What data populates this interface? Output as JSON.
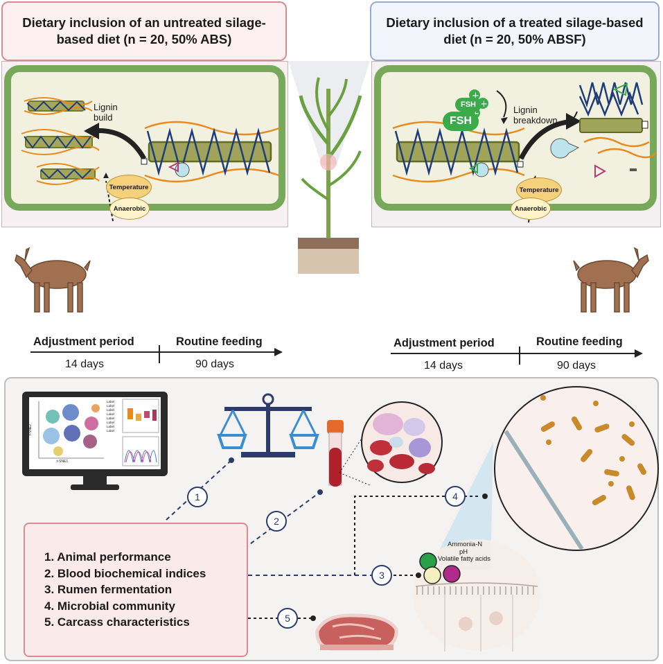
{
  "titles": {
    "left": "Dietary inclusion of an untreated silage-based diet (n = 20, 50% ABS)",
    "right": "Dietary inclusion of a treated silage-based diet (n = 20, 50% ABSF)"
  },
  "left_cell": {
    "arrow_label": "Lignin build",
    "oval_top": "Temperature",
    "oval_bottom": "Anaerobic"
  },
  "right_cell": {
    "enzyme_small": "FSH",
    "enzyme_large": "FSH",
    "arrow_label": "Lignin breakdown",
    "oval_top": "Temperature",
    "oval_bottom": "Anaerobic"
  },
  "timeline_left": {
    "period1": "Adjustment period",
    "period2": "Routine feeding",
    "days1": "14 days",
    "days2": "90 days"
  },
  "timeline_right": {
    "period1": "Adjustment period",
    "period2": "Routine feeding",
    "days1": "14 days",
    "days2": "90 days"
  },
  "analyses": [
    "1.  Animal performance",
    "2.  Blood biochemical indices",
    "3.  Rumen fermentation",
    "4.  Microbial community",
    "5.  Carcass characteristics"
  ],
  "markers": [
    "1",
    "2",
    "3",
    "4",
    "5"
  ],
  "rumen_labels": {
    "line1": "Ammonia-N",
    "line2": "pH",
    "line3": "Volatile fatty acids"
  },
  "monitor": {
    "x_axis": "t-SNE1",
    "y_axis": "t-SNE2",
    "legend": [
      "Label",
      "Label",
      "Label",
      "Label",
      "Label",
      "Label",
      "Label",
      "Label"
    ]
  },
  "colors": {
    "title_left_border": "#d98b8f",
    "title_right_border": "#9aaad6",
    "cell_wall": "#78a95a",
    "lignin": "#1f3c7a",
    "hemicellulose": "#e88a1e",
    "enzyme": "#3bab4a",
    "marker_stroke": "#2b3a6b"
  }
}
